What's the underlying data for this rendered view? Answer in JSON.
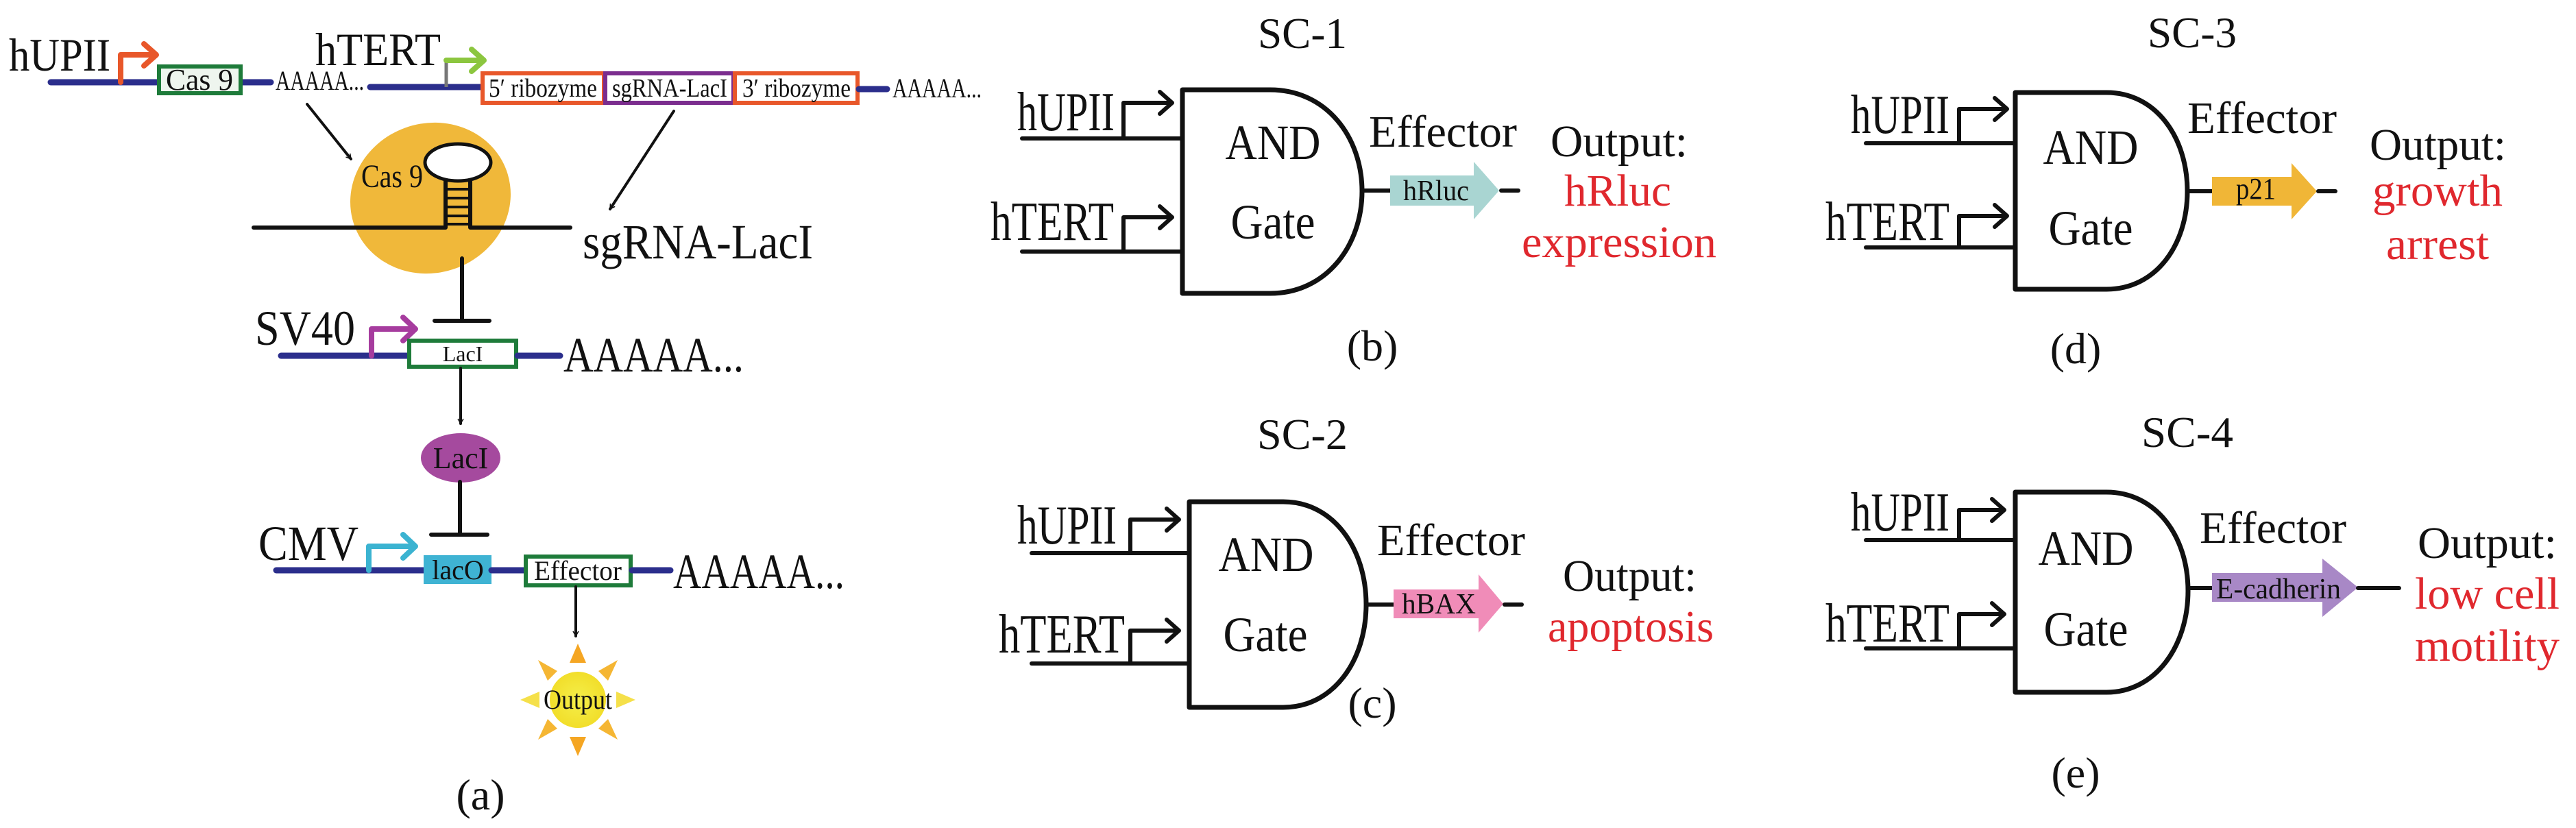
{
  "figure": {
    "panel_a": {
      "label": "(a)",
      "construct1": {
        "promoter": "hUPII",
        "promoter_color": "#e8572a",
        "gene": "Cas 9",
        "polyA": "AAAAA..."
      },
      "construct2": {
        "promoter": "hTERT",
        "promoter_color": "#8cc63f",
        "parts": [
          "5′ ribozyme",
          "sgRNA-LacI",
          "3′ ribozyme"
        ],
        "polyA": "AAAAA..."
      },
      "complex": {
        "protein_label": "Cas 9",
        "protein_color": "#f0b83a",
        "guide_label": "sgRNA-LacI"
      },
      "construct3": {
        "promoter": "SV40",
        "promoter_color": "#a63c9e",
        "gene": "LacI",
        "polyA": "AAAAA..."
      },
      "repressor": {
        "label": "LacI",
        "color": "#a54a9e"
      },
      "construct4": {
        "promoter": "CMV",
        "promoter_color": "#3bb3d1",
        "operator": "lacO",
        "operator_color": "#3fb3d3",
        "gene": "Effector",
        "polyA": "AAAAA..."
      },
      "output": "Output"
    },
    "panels": [
      {
        "id": "b",
        "title": "SC-1",
        "inputs": [
          "hUPII",
          "hTERT"
        ],
        "gate": [
          "AND",
          "Gate"
        ],
        "effector_label": "Effector",
        "effector_gene": "hRluc",
        "effector_color": "#a9d5d2",
        "output_label": "Output:",
        "output_lines": [
          "hRluc",
          "expression"
        ],
        "label": "(b)"
      },
      {
        "id": "c",
        "title": "SC-2",
        "inputs": [
          "hUPII",
          "hTERT"
        ],
        "gate": [
          "AND",
          "Gate"
        ],
        "effector_label": "Effector",
        "effector_gene": "hBAX",
        "effector_color": "#f08cb8",
        "output_label": "Output:",
        "output_lines": [
          "apoptosis"
        ],
        "label": "(c)"
      },
      {
        "id": "d",
        "title": "SC-3",
        "inputs": [
          "hUPII",
          "hTERT"
        ],
        "gate": [
          "AND",
          "Gate"
        ],
        "effector_label": "Effector",
        "effector_gene": "p21",
        "effector_color": "#f0b637",
        "output_label": "Output:",
        "output_lines": [
          "growth",
          "arrest"
        ],
        "label": "(d)"
      },
      {
        "id": "e",
        "title": "SC-4",
        "inputs": [
          "hUPII",
          "hTERT"
        ],
        "gate": [
          "AND",
          "Gate"
        ],
        "effector_label": "Effector",
        "effector_gene": "E-cadherin",
        "effector_color": "#a888c6",
        "output_label": "Output:",
        "output_lines": [
          "low cell",
          "motility"
        ],
        "label": "(e)"
      }
    ],
    "output_text_color": "#e0282e"
  }
}
